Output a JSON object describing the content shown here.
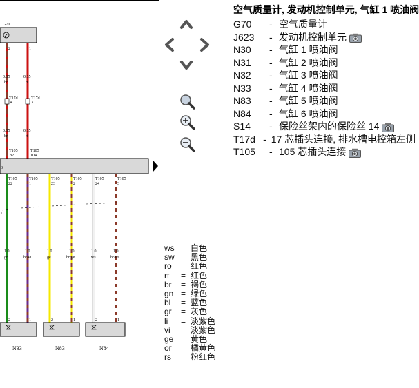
{
  "legend": {
    "title": "空气质量计, 发动机控制单元, 气缸 1 喷油阀",
    "items": [
      {
        "code": "G70",
        "dash": "-",
        "desc": "空气质量计",
        "camera": false
      },
      {
        "code": "J623",
        "dash": "-",
        "desc": "发动机控制单元",
        "camera": true
      },
      {
        "code": "N30",
        "dash": "-",
        "desc": "气缸 1 喷油阀",
        "camera": false
      },
      {
        "code": "N31",
        "dash": "-",
        "desc": "气缸 2 喷油阀",
        "camera": false
      },
      {
        "code": "N32",
        "dash": "-",
        "desc": "气缸 3 喷油阀",
        "camera": false
      },
      {
        "code": "N33",
        "dash": "-",
        "desc": "气缸 4 喷油阀",
        "camera": false
      },
      {
        "code": "N83",
        "dash": "-",
        "desc": "气缸 5 喷油阀",
        "camera": false
      },
      {
        "code": "N84",
        "dash": "-",
        "desc": "气缸 6 喷油阀",
        "camera": false
      },
      {
        "code": "S14",
        "dash": "-",
        "desc": "保险丝架内的保险丝 14",
        "camera": true
      },
      {
        "code": "T17d",
        "dash": "-",
        "desc": "17 芯插头连接, 排水槽电控箱左侧",
        "camera": false
      },
      {
        "code": "T105",
        "dash": "-",
        "desc": "105 芯插头连接",
        "camera": true
      }
    ]
  },
  "colors": [
    {
      "code": "ws",
      "eq": "=",
      "name": "白色"
    },
    {
      "code": "sw",
      "eq": "=",
      "name": "黑色"
    },
    {
      "code": "ro",
      "eq": "=",
      "name": "红色"
    },
    {
      "code": "rt",
      "eq": "=",
      "name": "红色"
    },
    {
      "code": "br",
      "eq": "=",
      "name": "褐色"
    },
    {
      "code": "gn",
      "eq": "=",
      "name": "绿色"
    },
    {
      "code": "bl",
      "eq": "=",
      "name": "蓝色"
    },
    {
      "code": "gr",
      "eq": "=",
      "name": "灰色"
    },
    {
      "code": "li",
      "eq": "=",
      "name": "淡紫色"
    },
    {
      "code": "vi",
      "eq": "=",
      "name": "淡紫色"
    },
    {
      "code": "ge",
      "eq": "=",
      "name": "黄色"
    },
    {
      "code": "or",
      "eq": "=",
      "name": "橘黄色"
    },
    {
      "code": "rs",
      "eq": "=",
      "name": "粉红色"
    }
  ],
  "diagram": {
    "top_component": "G70",
    "top_pins": [
      "2",
      "1"
    ],
    "upper_gauges": [
      "0.35",
      "0.35"
    ],
    "upper_colors": [
      "br",
      "rt"
    ],
    "t17d_labels": [
      "T17d",
      "T17d"
    ],
    "t17d_pins": [
      "4",
      "3"
    ],
    "mid_gauges": [
      "0.35",
      "0.35"
    ],
    "mid_colors": [
      "br",
      "rt"
    ],
    "t105_top_labels": [
      "T105",
      "T105"
    ],
    "t105_top_pins": [
      "82",
      "104"
    ],
    "bus_number": "3",
    "t105_label": "T105",
    "t105_pins": [
      "22",
      "1",
      "23",
      "2",
      "24",
      "3"
    ],
    "wire_gauges": [
      "1.0",
      "1.0",
      "1.0",
      "1.0",
      "1.0",
      "1.0"
    ],
    "wire_colors": [
      "gn",
      "br/vi",
      "ge",
      "br/ge",
      "ws",
      "br/ws"
    ],
    "injector_pins": [
      "2",
      "1",
      "2",
      "1",
      "2",
      "1"
    ],
    "injectors": [
      "N33",
      "N83",
      "N84"
    ]
  },
  "icons": {
    "nav": [
      "chevron-up-icon",
      "chevron-left-icon",
      "chevron-right-icon",
      "chevron-down-icon"
    ],
    "zoom": [
      "zoom-fit-icon",
      "zoom-in-icon",
      "zoom-out-icon"
    ],
    "camera": "camera-icon"
  },
  "accent_colors": {
    "wire_red": "#cc1111",
    "wire_green": "#1a8c1a",
    "wire_yellow": "#f5e800",
    "wire_brown": "#8b3a2a",
    "wire_violet": "#6a2a8a"
  }
}
